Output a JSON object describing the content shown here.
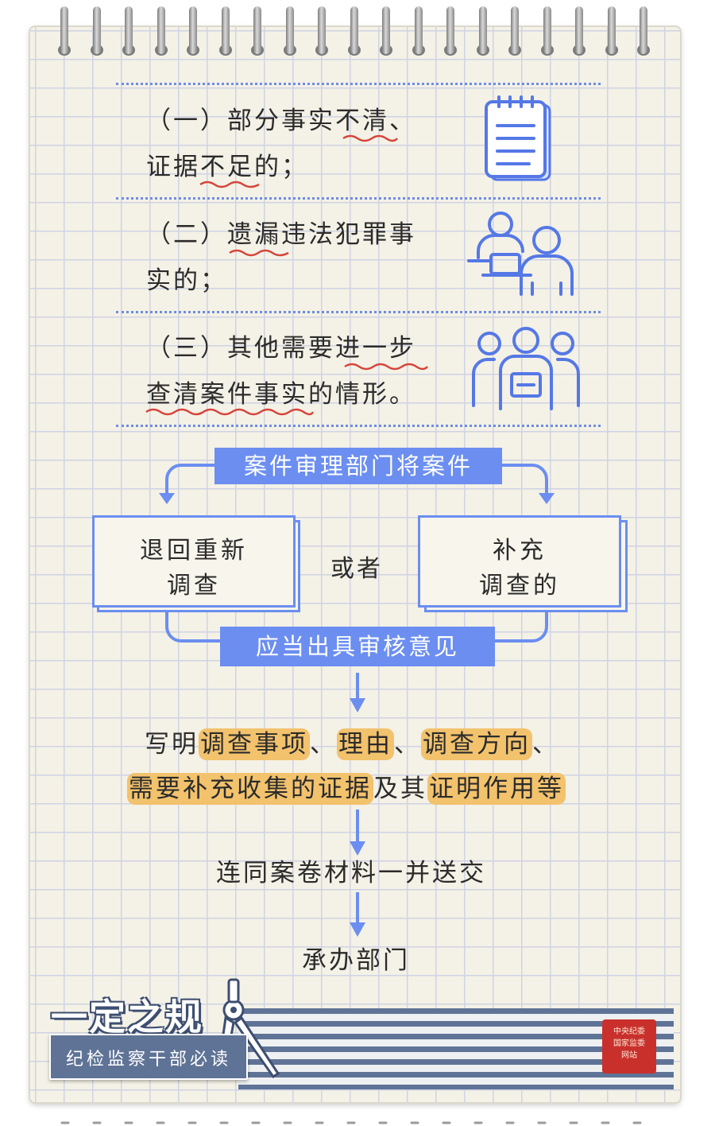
{
  "items": [
    {
      "text": "（一）部分事实不清、\n证据不足的；",
      "icon": "notepad-icon"
    },
    {
      "text": "（二）遗漏违法犯罪事\n实的；",
      "icon": "meeting-people-icon"
    },
    {
      "text": "（三）其他需要进一步\n查清案件事实的情形。",
      "icon": "group-people-icon"
    }
  ],
  "flow": {
    "top_box": "案件审理部门将案件",
    "left_card": "退回重新\n调查",
    "connector": "或者",
    "right_card": "补充\n调查的",
    "bottom_box": "应当出具审核意见",
    "line1": {
      "prefix": "写明",
      "hl1": "调查事项",
      "sep1": "、",
      "hl2": "理由",
      "sep2": "、",
      "hl3": "调查方向",
      "suffix": "、"
    },
    "line2": {
      "hl1": "需要补充收集的证据",
      "mid": "及其",
      "hl2": "证明作用等"
    },
    "step2": "连同案卷材料一并送交",
    "step3": "承办部门"
  },
  "footer": {
    "brand_title": "一定之规",
    "ruler_text": "纪检监察干部必读",
    "seal_text": "中央纪委\n国家监委\n网站"
  },
  "colors": {
    "accent_blue": "#6b8ef0",
    "highlight": "#f2c26d",
    "squiggle": "#d6443a",
    "seal": "#c9302c"
  }
}
